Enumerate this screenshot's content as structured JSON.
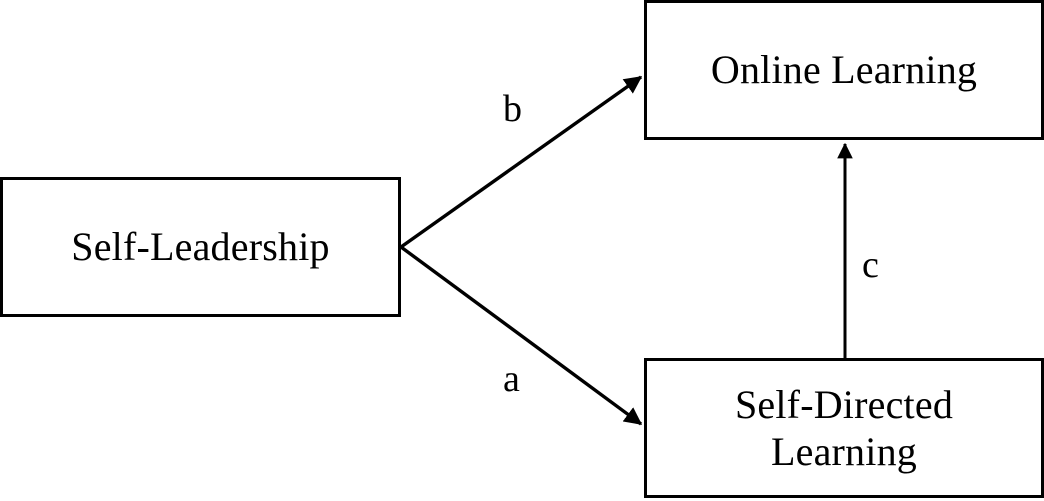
{
  "diagram": {
    "type": "mediation-model-path-diagram",
    "background_color": "#ffffff",
    "line_color": "#000000",
    "nodes": [
      {
        "id": "self-leadership",
        "label": "Self-Leadership",
        "role": "independent-variable"
      },
      {
        "id": "online-learning",
        "label": "Online Learning",
        "role": "dependent-variable"
      },
      {
        "id": "self-directed-learning",
        "label": "Self-Directed\nLearning",
        "role": "mediator-variable"
      }
    ],
    "edges": [
      {
        "id": "edge-b",
        "label": "b",
        "from": "self-leadership",
        "to": "online-learning",
        "style": "solid-arrow"
      },
      {
        "id": "edge-a",
        "label": "a",
        "from": "self-leadership",
        "to": "self-directed-learning",
        "style": "solid-arrow"
      },
      {
        "id": "edge-c",
        "label": "c",
        "from": "self-directed-learning",
        "to": "online-learning",
        "style": "solid-arrow"
      }
    ]
  }
}
